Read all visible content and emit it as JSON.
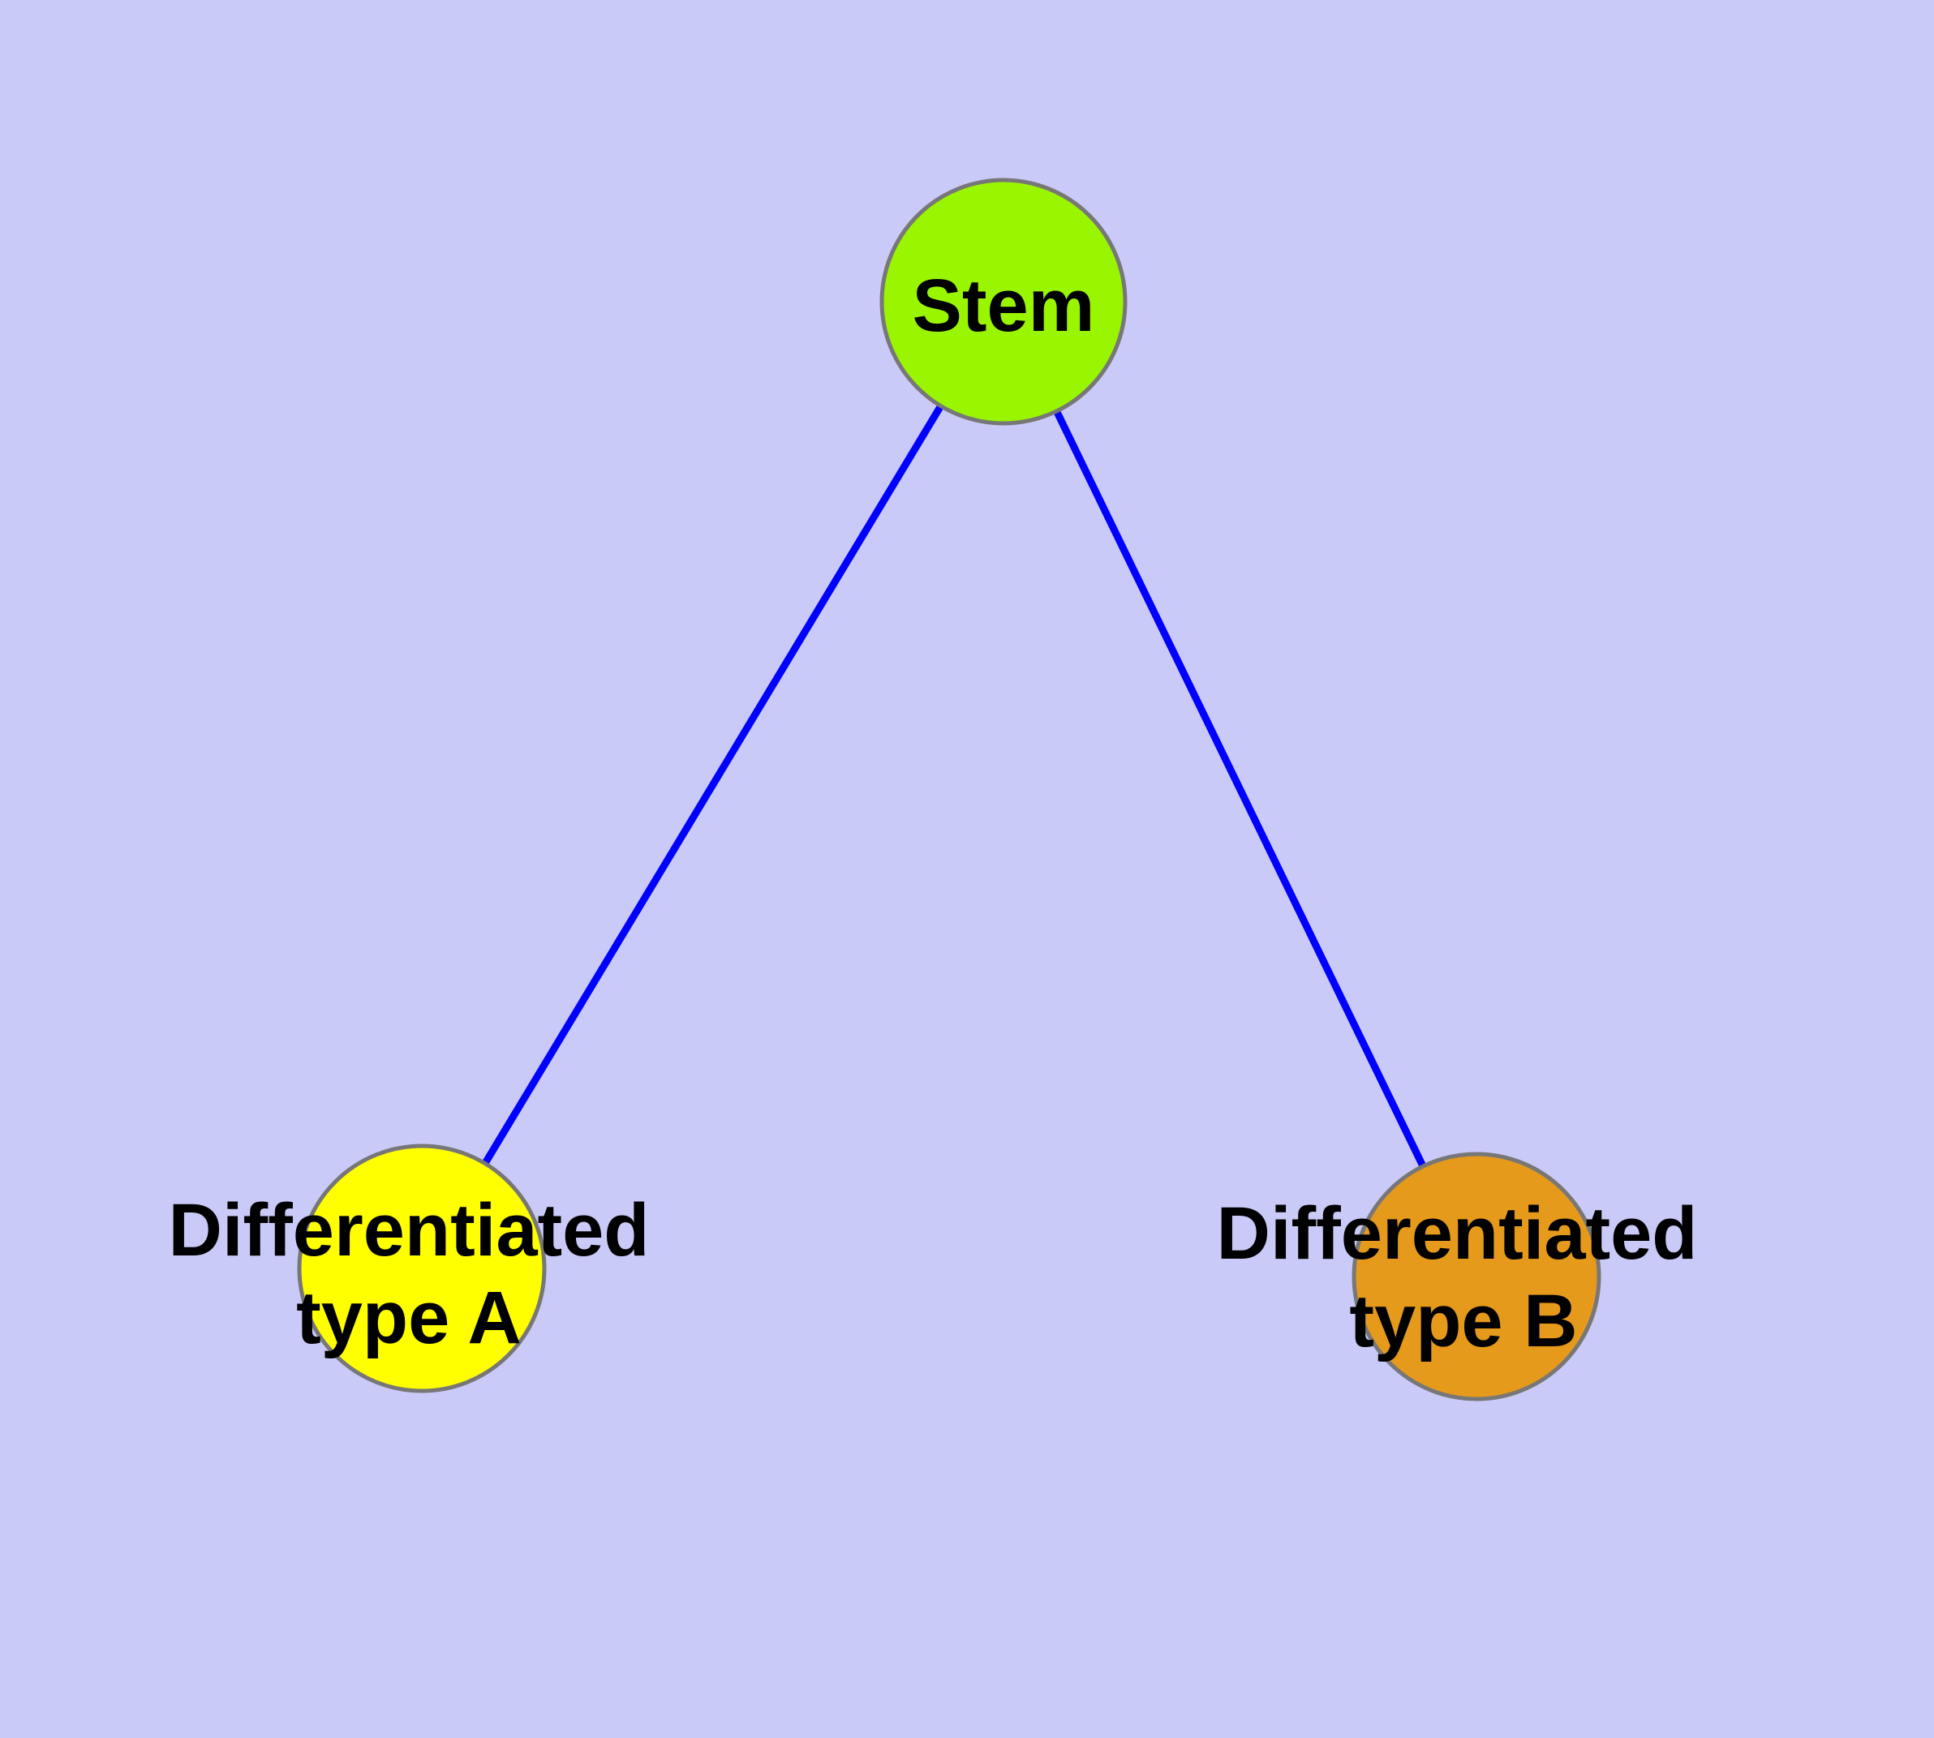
{
  "diagram": {
    "background_color": "#CACAF8",
    "edge_color": "#0000FF",
    "node_border_color": "#777777",
    "label_color": "#000000",
    "nodes": {
      "stem": {
        "label": "Stem",
        "fill_color": "#9AF501"
      },
      "differentiated_type_a": {
        "label": "Differentiated type A",
        "label_line1": "Differentiated",
        "label_line2": "type A",
        "fill_color": "#FFFF00"
      },
      "differentiated_type_b": {
        "label": "Differentiated type B",
        "label_line1": "Differentiated",
        "label_line2": "type B",
        "fill_color": "#E59A1C"
      }
    },
    "edges": [
      {
        "from": "Stem",
        "to": "Differentiated type A"
      },
      {
        "from": "Stem",
        "to": "Differentiated type B"
      }
    ]
  }
}
